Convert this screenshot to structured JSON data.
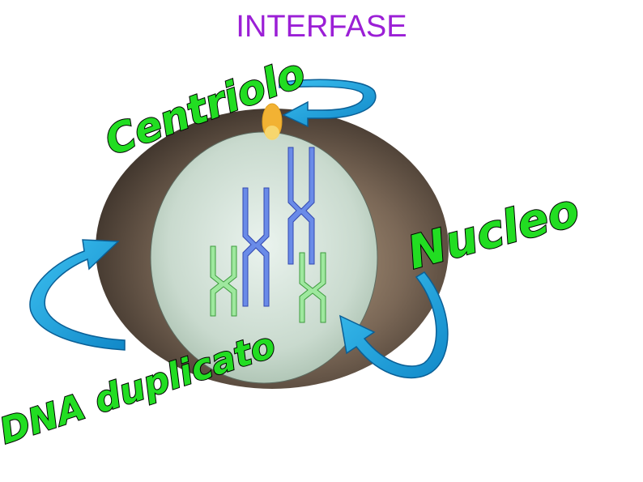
{
  "title": "INTERFASE",
  "labels": {
    "centriolo": "Centriolo",
    "nucleo": "Nucleo",
    "dna": "DNA duplicato"
  },
  "colors": {
    "title": "#9b1fd6",
    "label_fill": "#22dd22",
    "arrow": "#1aa3e0",
    "cell": "#5a4a3c",
    "nucleus": "#c8d8cc",
    "centriole": "#f2b233",
    "chromosome_blue": "#5f7fe0",
    "chromosome_green": "#8fe08f"
  }
}
